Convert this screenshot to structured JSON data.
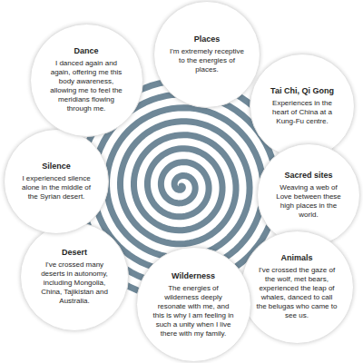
{
  "diagram": {
    "nodes": [
      {
        "text": [
          "Places",
          "I'm extremely receptive to the energies of places."
        ]
      },
      {
        "text": [
          "Tai Chi, Qi Gong",
          "Experiences in the heart of China at a Kung-Fu centre."
        ]
      },
      {
        "text": [
          "Sacred sites",
          "Weaving a web of Love between these high places in the world."
        ]
      },
      {
        "text": [
          "Animals",
          "I've crossed the gaze of the wolf, met bears, experienced the leap of whales, danced to call the belugas who came to see us."
        ]
      },
      {
        "text": [
          "Wilderness",
          "The energies of wilderness deeply resonate with me, and this is why I am feeling in such a unity when I live there with my family."
        ]
      },
      {
        "text": [
          "Desert",
          "I've crossed many deserts in autonomy, including Mongolia, China, Tajikistan and Australia."
        ]
      },
      {
        "text": [
          "Silence",
          "I experienced silence alone in the middle of the Syrian desert."
        ]
      },
      {
        "text": [
          "Dance",
          "I danced again and again, offering me this body awareness, allowing me to feel the meridians flowing through me."
        ]
      }
    ]
  }
}
